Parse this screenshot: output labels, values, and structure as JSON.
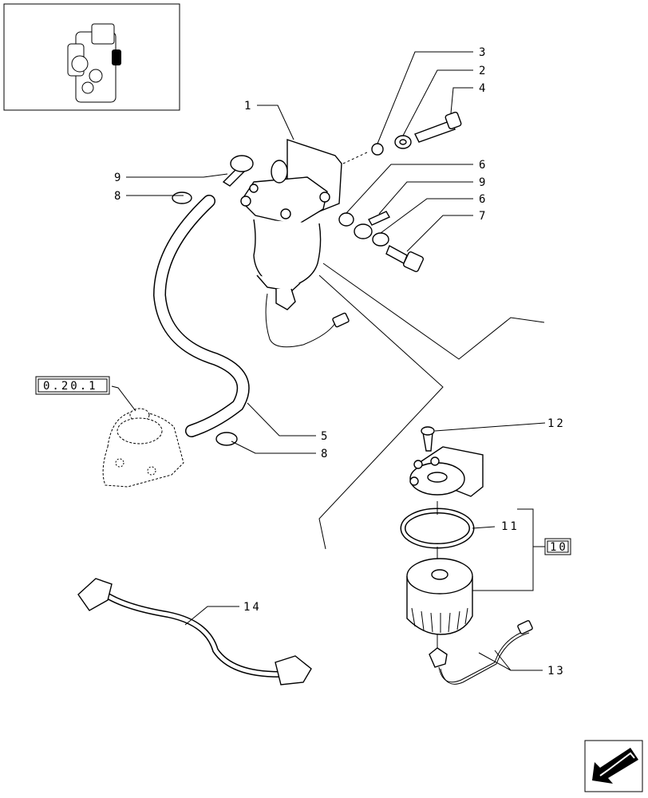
{
  "labels": {
    "l1": "1",
    "l2": "2",
    "l3": "3",
    "l4": "4",
    "l5": "5",
    "l6a": "6",
    "l6b": "6",
    "l7": "7",
    "l8a": "8",
    "l8b": "8",
    "l9a": "9",
    "l9b": "9",
    "l10": "10",
    "l11": "11",
    "l12": "12",
    "l13": "13",
    "l14": "14"
  },
  "references": {
    "pump_ref": "0.20.1"
  },
  "icons": {
    "thumbnail": "engine-location-thumbnail-icon",
    "nav": "navigation-arrow-icon"
  }
}
